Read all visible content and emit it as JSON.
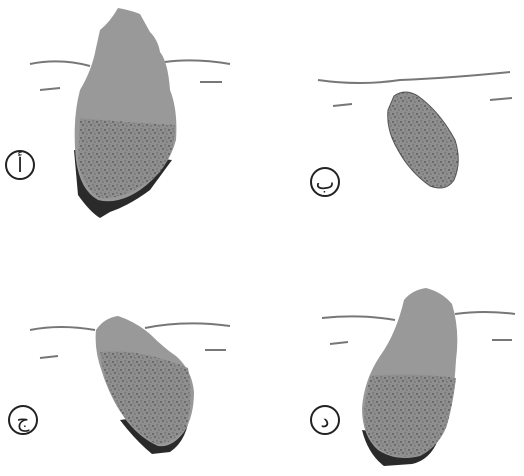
{
  "panels": [
    {
      "id": "a",
      "label": "أ"
    },
    {
      "id": "b",
      "label": "ب"
    },
    {
      "id": "c",
      "label": "ج"
    },
    {
      "id": "d",
      "label": "د"
    }
  ],
  "colors": {
    "rock_fill": "#8f8f8f",
    "rock_dark": "#2a2a2a",
    "water_line": "#777777",
    "speckle": "#3a3a3a"
  }
}
